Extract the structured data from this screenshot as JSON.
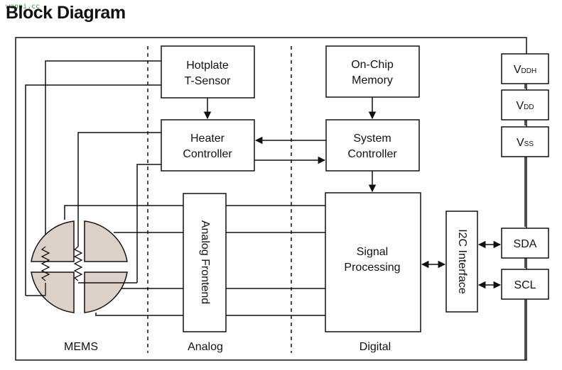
{
  "title": "Block Diagram",
  "watermark_tag": "wanpi.cc",
  "blocks": {
    "hotplate_sensor": [
      "Hotplate",
      "T-Sensor"
    ],
    "heater_controller": [
      "Heater",
      "Controller"
    ],
    "onchip_memory": [
      "On-Chip",
      "Memory"
    ],
    "system_controller": [
      "System",
      "Controller"
    ],
    "analog_frontend": "Analog Frontend",
    "signal_processing": [
      "Signal",
      "Processing"
    ],
    "i2c_interface": "I2C Interface"
  },
  "pins": {
    "vddh": {
      "main": "V",
      "sub": "DDH"
    },
    "vdd": {
      "main": "V",
      "sub": "DD"
    },
    "vss": {
      "main": "V",
      "sub": "SS"
    },
    "sda": "SDA",
    "scl": "SCL"
  },
  "sections": {
    "mems": "MEMS",
    "analog": "Analog",
    "digital": "Digital"
  },
  "colors": {
    "mems_fill": "#ddd0c8",
    "line": "#111111"
  }
}
